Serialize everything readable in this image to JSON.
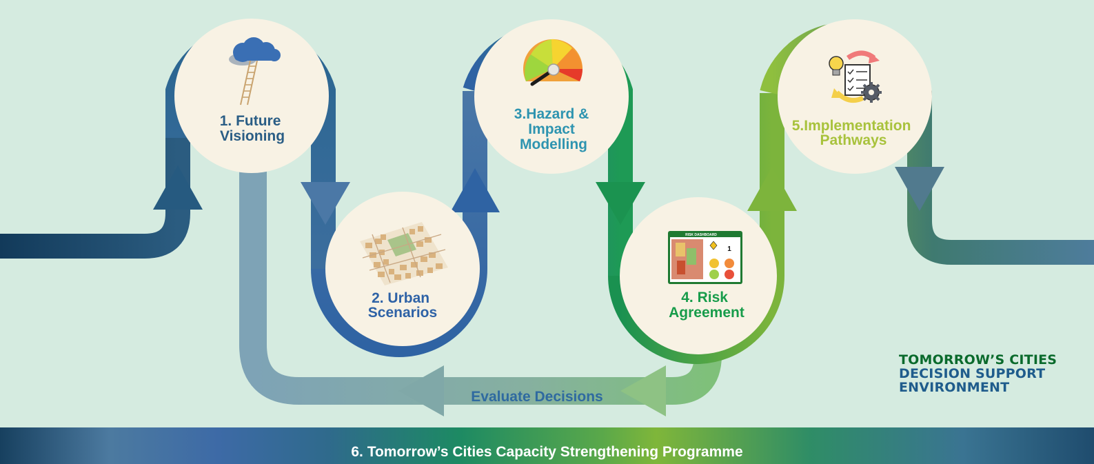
{
  "steps": [
    {
      "label_line1": "1. Future",
      "label_line2": "Visioning",
      "label_line3": "",
      "icon": "cloud-ladder-icon",
      "color": "#2a5d85"
    },
    {
      "label_line1": "2. Urban",
      "label_line2": "Scenarios",
      "label_line3": "",
      "icon": "city-map-icon",
      "color": "#2e62a6"
    },
    {
      "label_line1": "3.Hazard &",
      "label_line2": "Impact",
      "label_line3": "Modelling",
      "icon": "gauge-icon",
      "color": "#2e94b0"
    },
    {
      "label_line1": "4. Risk",
      "label_line2": "Agreement",
      "label_line3": "",
      "icon": "risk-dashboard-icon",
      "color": "#179c4a"
    },
    {
      "label_line1": "5.Implementation",
      "label_line2": "Pathways",
      "label_line3": "",
      "icon": "lightbulb-checklist-gear-icon",
      "color": "#a8c23c"
    }
  ],
  "feedback_loop": {
    "label": "Evaluate Decisions",
    "color": "#2f6aa0"
  },
  "dashboard_title": "RISK DASHBOARD",
  "dashboard_count": "1",
  "banner": {
    "label": "6. Tomorrow’s Cities Capacity Strengthening Programme"
  },
  "brand": {
    "line1": "TOMORROW’S CITIES",
    "line2": "DECISION SUPPORT",
    "line3": "ENVIRONMENT"
  },
  "colors": {
    "background": "#d5ebe0",
    "circle_fill": "#f8f2e4",
    "dark_navy": "#153d5e",
    "blue": "#3568a6",
    "green": "#1e9a55",
    "lime": "#84b93c",
    "slate": "#4c7a96",
    "loop_light": "#88c880"
  }
}
